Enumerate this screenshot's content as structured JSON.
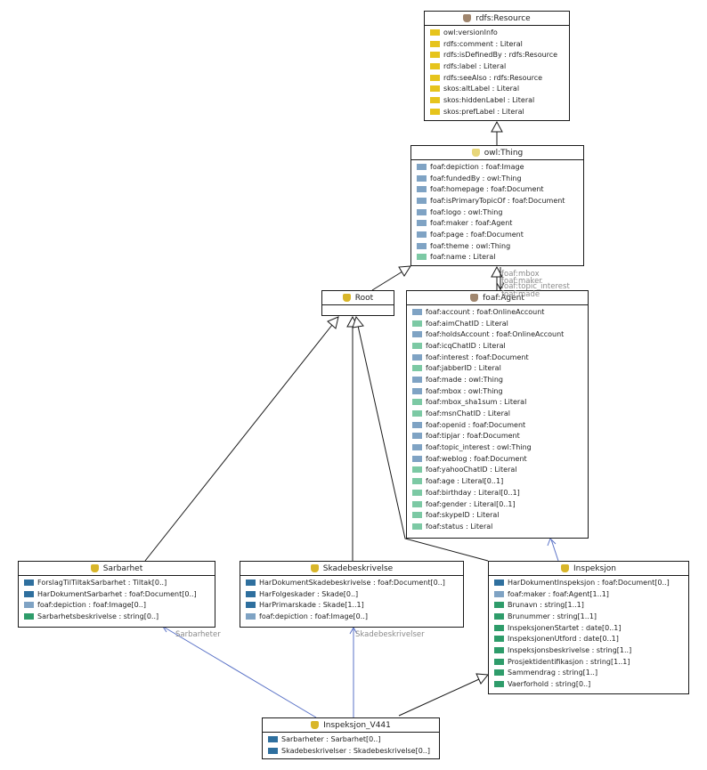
{
  "colors": {
    "line": "#1a1a1a",
    "assoc": "#5b73c7",
    "icon_resource": "#a0866e",
    "icon_thing": "#e8d77a",
    "icon_class": "#d9b629",
    "swatch": {
      "annotation": "#e6c41c",
      "object": "#7fa3c4",
      "data": "#7cc9a4",
      "object_dark": "#2e6f9e",
      "data_dark": "#2e9c6a"
    }
  },
  "classes": [
    {
      "id": "rdfs-resource",
      "name": "rdfs:Resource",
      "icon": "resource-icon",
      "icon_color": "#a0866e",
      "items": [
        {
          "label": "owl:versionInfo",
          "kind": "annotation"
        },
        {
          "label": "rdfs:comment : Literal",
          "kind": "annotation"
        },
        {
          "label": "rdfs:isDefinedBy : rdfs:Resource",
          "kind": "annotation"
        },
        {
          "label": "rdfs:label : Literal",
          "kind": "annotation"
        },
        {
          "label": "rdfs:seeAlso : rdfs:Resource",
          "kind": "annotation"
        },
        {
          "label": "skos:altLabel : Literal",
          "kind": "annotation"
        },
        {
          "label": "skos:hiddenLabel : Literal",
          "kind": "annotation"
        },
        {
          "label": "skos:prefLabel : Literal",
          "kind": "annotation"
        }
      ]
    },
    {
      "id": "owl-thing",
      "name": "owl:Thing",
      "icon": "thing-icon",
      "icon_color": "#e8d77a",
      "items": [
        {
          "label": "foaf:depiction : foaf:Image",
          "kind": "object"
        },
        {
          "label": "foaf:fundedBy : owl:Thing",
          "kind": "object"
        },
        {
          "label": "foaf:homepage : foaf:Document",
          "kind": "object"
        },
        {
          "label": "foaf:isPrimaryTopicOf : foaf:Document",
          "kind": "object"
        },
        {
          "label": "foaf:logo : owl:Thing",
          "kind": "object"
        },
        {
          "label": "foaf:maker : foaf:Agent",
          "kind": "object"
        },
        {
          "label": "foaf:page : foaf:Document",
          "kind": "object"
        },
        {
          "label": "foaf:theme : owl:Thing",
          "kind": "object"
        },
        {
          "label": "foaf:name : Literal",
          "kind": "data"
        }
      ]
    },
    {
      "id": "root",
      "name": "Root",
      "icon": "class-icon",
      "icon_color": "#d9b629",
      "items": []
    },
    {
      "id": "foaf-agent",
      "name": "foaf:Agent",
      "icon": "resource-icon",
      "icon_color": "#a0866e",
      "items": [
        {
          "label": "foaf:account : foaf:OnlineAccount",
          "kind": "object"
        },
        {
          "label": "foaf:aimChatID : Literal",
          "kind": "data"
        },
        {
          "label": "foaf:holdsAccount : foaf:OnlineAccount",
          "kind": "object"
        },
        {
          "label": "foaf:icqChatID : Literal",
          "kind": "data"
        },
        {
          "label": "foaf:interest : foaf:Document",
          "kind": "object"
        },
        {
          "label": "foaf:jabberID : Literal",
          "kind": "data"
        },
        {
          "label": "foaf:made : owl:Thing",
          "kind": "object"
        },
        {
          "label": "foaf:mbox : owl:Thing",
          "kind": "object"
        },
        {
          "label": "foaf:mbox_sha1sum : Literal",
          "kind": "data"
        },
        {
          "label": "foaf:msnChatID : Literal",
          "kind": "data"
        },
        {
          "label": "foaf:openid : foaf:Document",
          "kind": "object"
        },
        {
          "label": "foaf:tipjar : foaf:Document",
          "kind": "object"
        },
        {
          "label": "foaf:topic_interest : owl:Thing",
          "kind": "object"
        },
        {
          "label": "foaf:weblog : foaf:Document",
          "kind": "object"
        },
        {
          "label": "foaf:yahooChatID : Literal",
          "kind": "data"
        },
        {
          "label": "foaf:age : Literal[0..1]",
          "kind": "data"
        },
        {
          "label": "foaf:birthday : Literal[0..1]",
          "kind": "data"
        },
        {
          "label": "foaf:gender : Literal[0..1]",
          "kind": "data"
        },
        {
          "label": "foaf:skypeID : Literal",
          "kind": "data"
        },
        {
          "label": "foaf:status : Literal",
          "kind": "data"
        }
      ]
    },
    {
      "id": "sarbarhet",
      "name": "Sarbarhet",
      "icon": "class-icon",
      "icon_color": "#d9b629",
      "items": [
        {
          "label": "ForslagTilTiltakSarbarhet : Tiltak[0..]",
          "kind": "object_dark"
        },
        {
          "label": "HarDokumentSarbarhet : foaf:Document[0..]",
          "kind": "object_dark"
        },
        {
          "label": "foaf:depiction : foaf:Image[0..]",
          "kind": "object"
        },
        {
          "label": "Sarbarhetsbeskrivelse : string[0..]",
          "kind": "data_dark"
        }
      ]
    },
    {
      "id": "skadebeskrivelse",
      "name": "Skadebeskrivelse",
      "icon": "class-icon",
      "icon_color": "#d9b629",
      "items": [
        {
          "label": "HarDokumentSkadebeskrivelse : foaf:Document[0..]",
          "kind": "object_dark"
        },
        {
          "label": "HarFolgeskader : Skade[0..]",
          "kind": "object_dark"
        },
        {
          "label": "HarPrimarskade : Skade[1..1]",
          "kind": "object_dark"
        },
        {
          "label": "foaf:depiction : foaf:Image[0..]",
          "kind": "object"
        }
      ]
    },
    {
      "id": "inspeksjon",
      "name": "Inspeksjon",
      "icon": "class-icon",
      "icon_color": "#d9b629",
      "items": [
        {
          "label": "HarDokumentInspeksjon : foaf:Document[0..]",
          "kind": "object_dark"
        },
        {
          "label": "foaf:maker : foaf:Agent[1..1]",
          "kind": "object"
        },
        {
          "label": "Brunavn : string[1..1]",
          "kind": "data_dark"
        },
        {
          "label": "Brunummer : string[1..1]",
          "kind": "data_dark"
        },
        {
          "label": "InspeksjonenStartet : date[0..1]",
          "kind": "data_dark"
        },
        {
          "label": "InspeksjonenUtford : date[0..1]",
          "kind": "data_dark"
        },
        {
          "label": "Inspeksjonsbeskrivelse : string[1..]",
          "kind": "data_dark"
        },
        {
          "label": "Prosjektidentifikasjon : string[1..1]",
          "kind": "data_dark"
        },
        {
          "label": "Sammendrag : string[1..]",
          "kind": "data_dark"
        },
        {
          "label": "Vaerforhold : string[0..]",
          "kind": "data_dark"
        }
      ]
    },
    {
      "id": "inspeksjon-v441",
      "name": "Inspeksjon_V441",
      "icon": "class-icon",
      "icon_color": "#d9b629",
      "items": [
        {
          "label": "Sarbarheter : Sarbarhet[0..]",
          "kind": "object_dark"
        },
        {
          "label": "Skadebeskrivelser : Skadebeskrivelse[0..]",
          "kind": "object_dark"
        }
      ]
    }
  ],
  "edge_labels": [
    {
      "id": "mbox",
      "text": "foaf:mbox"
    },
    {
      "id": "maker",
      "text": "foaf:maker"
    },
    {
      "id": "topic-interest",
      "text": "foaf:topic_interest"
    },
    {
      "id": "made",
      "text": "foaf:made"
    },
    {
      "id": "sarbarheter",
      "text": "Sarbarheter"
    },
    {
      "id": "skadebeskrivelser",
      "text": "Skadebeskrivelser"
    }
  ]
}
